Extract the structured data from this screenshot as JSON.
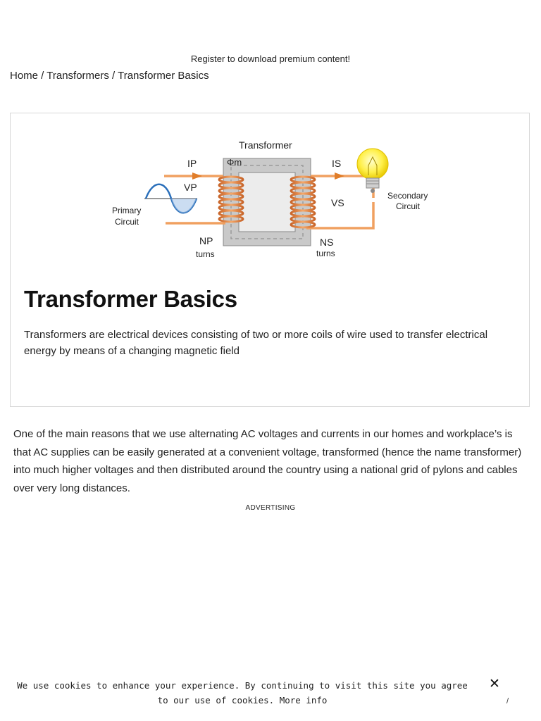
{
  "banner": {
    "register_text": "Register to download premium content!"
  },
  "breadcrumb": {
    "home": "Home",
    "sep1": " / ",
    "section": "Transformers",
    "sep2": " / ",
    "current": "Transformer Basics"
  },
  "diagram": {
    "title": "Transformer",
    "flux": "Φm",
    "ip": "IP",
    "vp": "VP",
    "is": "IS",
    "vs": "VS",
    "np": "NP",
    "ns": "NS",
    "turns_left": "turns",
    "turns_right": "turns",
    "primary_line1": "Primary",
    "primary_line2": "Circuit",
    "secondary_line1": "Secondary",
    "secondary_line2": "Circuit",
    "colors": {
      "wire": "#f0a060",
      "core": "#c8c8c8",
      "bulb": "#fff04a",
      "wave": "#2a6fba"
    }
  },
  "card": {
    "title": "Transformer Basics",
    "description": "Transformers are electrical devices consisting of two or more coils of wire used to transfer electrical energy by means of a changing magnetic field"
  },
  "article": {
    "paragraph": "One of the main reasons that we use alternating AC voltages and currents in our homes and workplace’s is that AC supplies can be easily generated at a convenient voltage, transformed (hence the name transformer) into much higher voltages and then distributed around the country using a national grid of pylons and cables over very long distances."
  },
  "ads": {
    "label": "ADVERTISING"
  },
  "cookie": {
    "text": "We use cookies to enhance your experience. By continuing to visit this site you agree to our use of cookies.",
    "more_info": "More info",
    "close": "✕",
    "mark": "/"
  }
}
